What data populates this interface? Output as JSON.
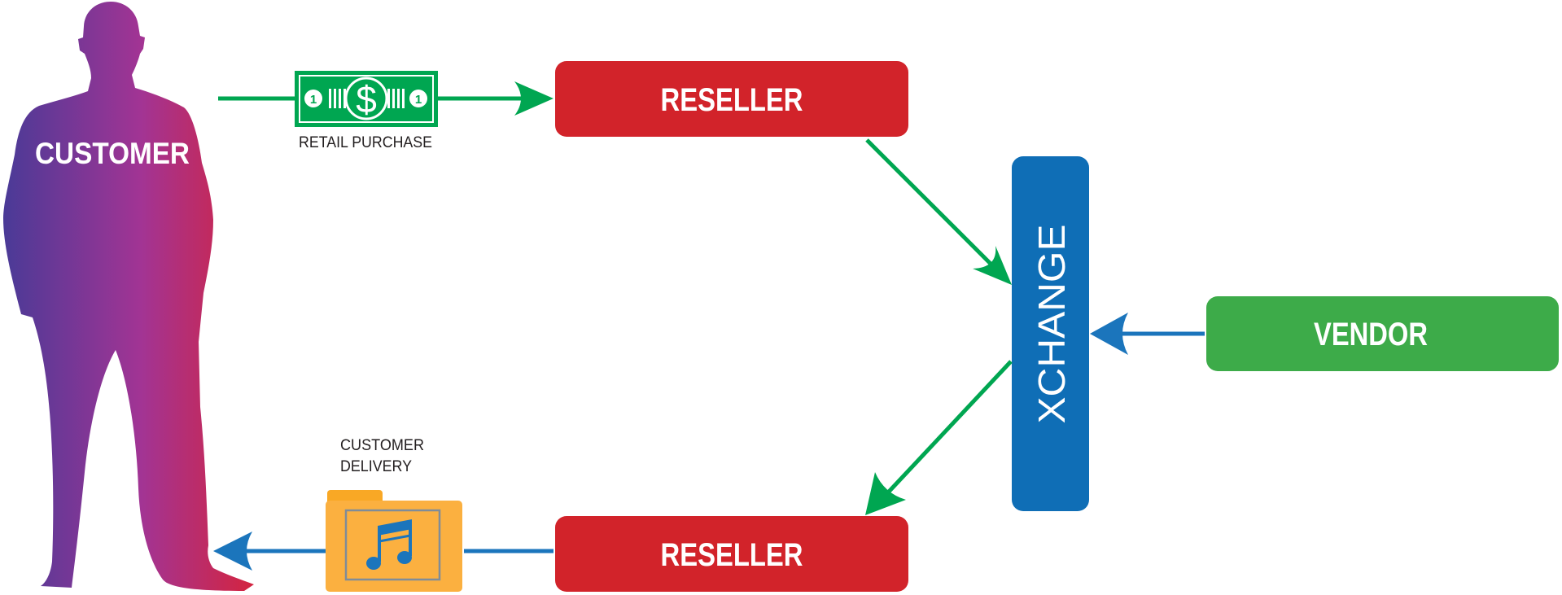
{
  "nodes": {
    "customer": {
      "label": "CUSTOMER"
    },
    "reseller_top": {
      "label": "RESELLER"
    },
    "reseller_bottom": {
      "label": "RESELLER"
    },
    "xchange": {
      "label": "XCHANGE"
    },
    "vendor": {
      "label": "VENDOR"
    }
  },
  "banknote": {
    "denomination": "1",
    "symbol": "$",
    "caption": "RETAIL PURCHASE"
  },
  "delivery": {
    "caption_line1": "CUSTOMER",
    "caption_line2": "DELIVERY",
    "icon": "music-note-icon"
  },
  "colors": {
    "reseller": "#d2232a",
    "xchange": "#0f6eb6",
    "vendor": "#3dab49",
    "money_arrow": "#00a651",
    "delivery_arrow": "#1b75bc",
    "banknote": "#00a651",
    "folder": "#fbb040",
    "customer_gradient": [
      "#4a3a97",
      "#a23494",
      "#d4243f"
    ]
  }
}
